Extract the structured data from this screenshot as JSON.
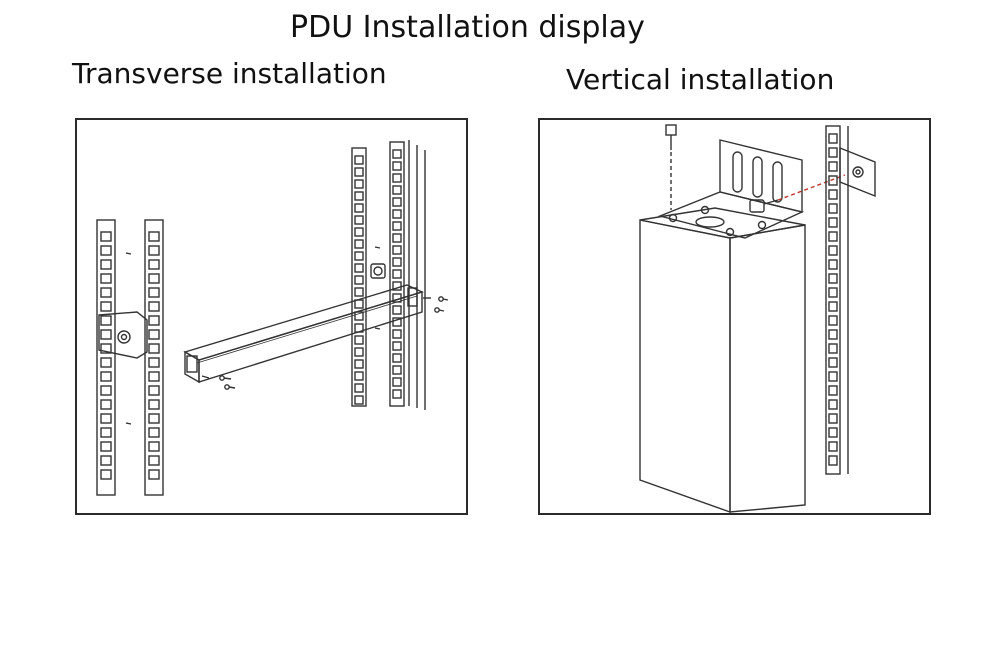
{
  "page": {
    "title": "PDU Installation display"
  },
  "panels": {
    "transverse": {
      "caption": "Transverse installation",
      "icon": "pdu-horizontal-rack-mount-illustration"
    },
    "vertical": {
      "caption": "Vertical installation",
      "icon": "pdu-vertical-bracket-mount-illustration"
    }
  },
  "colors": {
    "line": "#333333",
    "border": "#2a2a2a",
    "background": "#ffffff",
    "dashed_guide": "#c0392b"
  }
}
